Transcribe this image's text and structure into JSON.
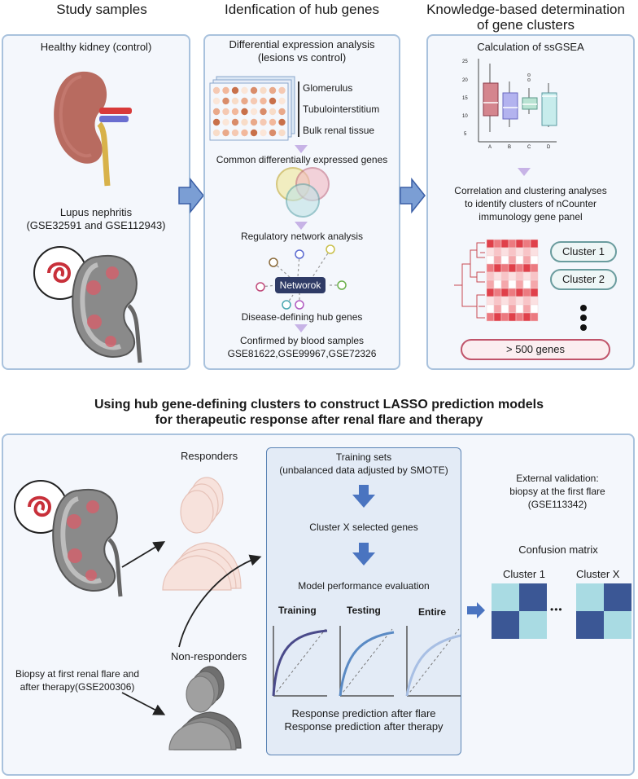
{
  "headers": {
    "study_samples": "Study samples",
    "identification": "Idenfication of hub genes",
    "knowledge_line1": "Knowledge-based determination",
    "knowledge_line2": "of gene clusters"
  },
  "panel1": {
    "healthy": "Healthy kidney (control)",
    "lupus_line1": "Lupus nephritis",
    "lupus_line2": "(GSE32591 and GSE112943)"
  },
  "panel2": {
    "dea_line1": "Differential expression analysis",
    "dea_line2": "(lesions vs control)",
    "tissues": [
      "Glomerulus",
      "Tubulointerstitium",
      "Bulk renal tissue"
    ],
    "common_degs": "Common differentially expressed genes",
    "regulatory": "Regulatory network analysis",
    "network_label": "Networok",
    "hub_genes": "Disease-defining hub genes",
    "confirmed_line1": "Confirmed by blood samples",
    "confirmed_line2": "GSE81622,GSE99967,GSE72326"
  },
  "panel3": {
    "ssgsea": "Calculation of ssGSEA",
    "corr_line1": "Correlation and clustering analyses",
    "corr_line2": "to identify clusters of nCounter",
    "corr_line3": "immunology gene panel",
    "cluster1": "Cluster 1",
    "cluster2": "Cluster 2",
    "genes": "> 500 genes"
  },
  "bottom": {
    "title_line1": "Using hub gene-defining clusters to construct LASSO prediction models",
    "title_line2": "for therapeutic response after renal flare and therapy",
    "responders": "Responders",
    "non_responders": "Non-responders",
    "biopsy_line1": "Biopsy at first renal flare and",
    "biopsy_line2": "after therapy(GSE200306)",
    "training_sets_line1": "Training sets",
    "training_sets_line2": "(unbalanced data adjusted by SMOTE)",
    "cluster_x_genes": "Cluster X selected genes",
    "model_eval": "Model performance evaluation",
    "roc_training": "Training",
    "roc_testing": "Testing",
    "roc_entire": "Entire",
    "resp_flare": "Response prediction after flare",
    "resp_therapy": "Response prediction after therapy",
    "ext_line1": "External validation:",
    "ext_line2": "biopsy at the first flare",
    "ext_line3": "(GSE113342)",
    "confusion": "Confusion matrix",
    "cm_cluster1": "Cluster 1",
    "cm_clusterx": "Cluster X",
    "ellipsis": "•••"
  },
  "boxplot_ticks": [
    "A",
    "B",
    "C",
    "D"
  ],
  "boxplot_yticks": [
    "5",
    "10",
    "15",
    "20",
    "25"
  ],
  "colors": {
    "panel_border": "#a9c2dd",
    "arrow_blue": "#4a74c0",
    "teal": "#6a9c9e",
    "heat_red": "#e0404a",
    "cm_dark": "#3b5795",
    "cm_light": "#a9dbe3"
  }
}
